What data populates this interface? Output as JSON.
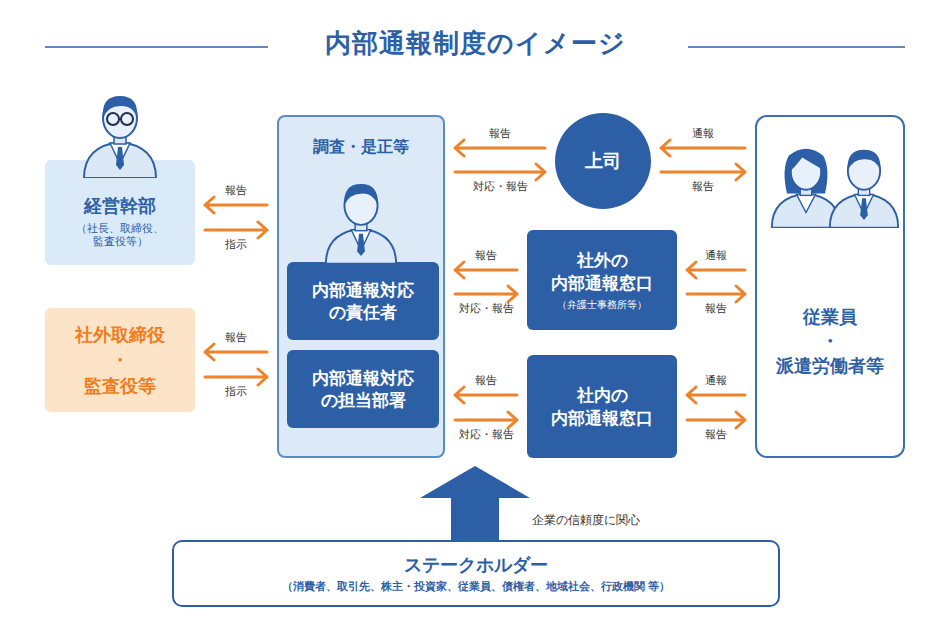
{
  "diagram": {
    "title": "内部通報制度のイメージ",
    "nodes": [
      {
        "text": [
          "経営幹部",
          "（社長、取締役、監査役等）"
        ]
      },
      {
        "text": [
          "社外取締役 ・ 監査役等"
        ]
      },
      {
        "text": [
          "調査・是正等"
        ]
      },
      {
        "text": [
          "内部通報対応 の責任者"
        ],
        "in": 2
      },
      {
        "text": [
          "内部通報対応 の担当部署"
        ],
        "in": 2
      },
      {
        "text": [
          "上司"
        ]
      },
      {
        "text": [
          "社外の 内部通報窓口",
          "（弁護士事務所等）"
        ]
      },
      {
        "text": [
          "社内の 内部通報窓口"
        ]
      },
      {
        "text": [
          "従業員 ・ 派遣労働者等"
        ]
      },
      {
        "text": [
          "ステークホルダー",
          "（消費者、取引先、株主・投資家、従業員、債権者、地域社会、行政機関 等）"
        ]
      }
    ],
    "edges": [
      {
        "from": 2,
        "to": 0,
        "label": "報告",
        "arrow": "to"
      },
      {
        "from": 0,
        "to": 2,
        "label": "指示",
        "arrow": "to"
      },
      {
        "from": 2,
        "to": 1,
        "label": "報告",
        "arrow": "to"
      },
      {
        "from": 1,
        "to": 2,
        "label": "指示",
        "arrow": "to"
      },
      {
        "from": 5,
        "to": 2,
        "label": "報告",
        "arrow": "to"
      },
      {
        "from": 2,
        "to": 5,
        "label": "対応・報告",
        "arrow": "to"
      },
      {
        "from": 8,
        "to": 5,
        "label": "通報",
        "arrow": "to"
      },
      {
        "from": 5,
        "to": 8,
        "label": "報告",
        "arrow": "to"
      },
      {
        "from": 6,
        "to": 2,
        "label": "報告",
        "arrow": "to"
      },
      {
        "from": 2,
        "to": 6,
        "label": "対応・報告",
        "arrow": "to"
      },
      {
        "from": 8,
        "to": 6,
        "label": "通報",
        "arrow": "to"
      },
      {
        "from": 6,
        "to": 8,
        "label": "報告",
        "arrow": "to"
      },
      {
        "from": 7,
        "to": 2,
        "label": "報告",
        "arrow": "to"
      },
      {
        "from": 2,
        "to": 7,
        "label": "対応・報告",
        "arrow": "to"
      },
      {
        "from": 8,
        "to": 7,
        "label": "通報",
        "arrow": "to"
      },
      {
        "from": 7,
        "to": 8,
        "label": "報告",
        "arrow": "to"
      },
      {
        "from": 9,
        "to": 2,
        "label": "企業の信頼度に関心",
        "arrow": "to"
      }
    ]
  }
}
